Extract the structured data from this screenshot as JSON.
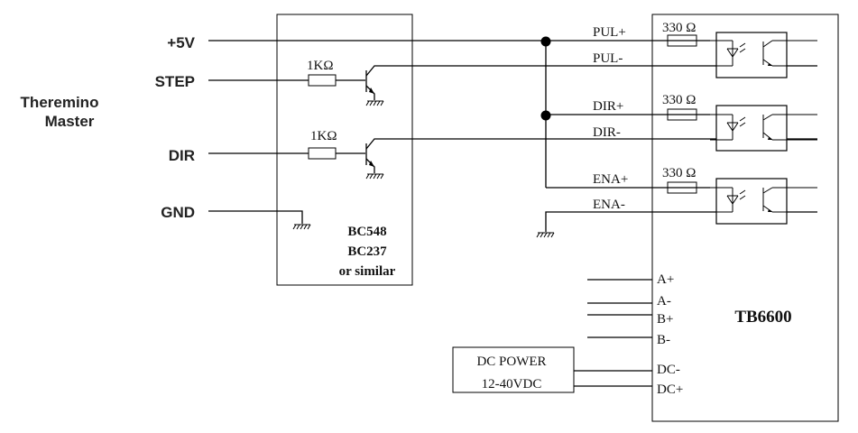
{
  "master": {
    "title_line1": "Theremino",
    "title_line2": "Master",
    "pins": [
      "+5V",
      "STEP",
      "DIR",
      "GND"
    ]
  },
  "interface": {
    "resistor_step": "1KΩ",
    "resistor_dir": "1KΩ",
    "transistor_lines": [
      "BC548",
      "BC237",
      "or similar"
    ]
  },
  "driver": {
    "name": "TB6600",
    "signal_pins": [
      "PUL+",
      "PUL-",
      "DIR+",
      "DIR-",
      "ENA+",
      "ENA-"
    ],
    "resistors": [
      "330 Ω",
      "330 Ω",
      "330 Ω"
    ],
    "motor_pins": [
      "A+",
      "A-",
      "B+",
      "B-"
    ],
    "power_pins": [
      "DC-",
      "DC+"
    ]
  },
  "power_supply": {
    "line1": "DC POWER",
    "line2": "12-40VDC"
  }
}
